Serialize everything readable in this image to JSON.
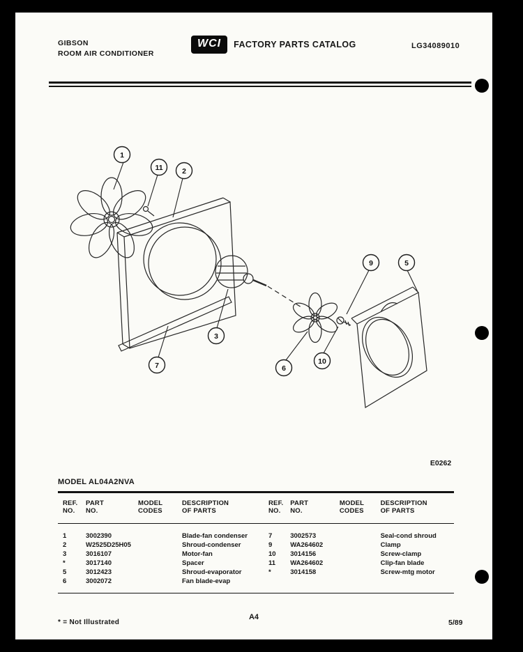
{
  "header": {
    "brand_line1": "GIBSON",
    "brand_line2": "ROOM AIR CONDITIONER",
    "logo": "WCI",
    "catalog_title": "FACTORY PARTS CATALOG",
    "doc_number": "LG34089010"
  },
  "diagram": {
    "figure_code": "E0262",
    "callouts": [
      "1",
      "11",
      "2",
      "3",
      "7",
      "6",
      "10",
      "9",
      "5"
    ]
  },
  "model_heading": "MODEL AL04A2NVA",
  "table": {
    "headers": [
      {
        "l1": "REF.",
        "l2": "NO."
      },
      {
        "l1": "PART",
        "l2": "NO."
      },
      {
        "l1": "MODEL",
        "l2": "CODES"
      },
      {
        "l1": "DESCRIPTION",
        "l2": "OF PARTS"
      }
    ],
    "left_rows": [
      {
        "ref": "1",
        "part": "3002390",
        "codes": "",
        "desc": "Blade-fan condenser"
      },
      {
        "ref": "2",
        "part": "W2525D25H05",
        "codes": "",
        "desc": "Shroud-condenser"
      },
      {
        "ref": "3",
        "part": "3016107",
        "codes": "",
        "desc": "Motor-fan"
      },
      {
        "ref": "*",
        "part": "3017140",
        "codes": "",
        "desc": "Spacer"
      },
      {
        "ref": "5",
        "part": "3012423",
        "codes": "",
        "desc": "Shroud-evaporator"
      },
      {
        "ref": "6",
        "part": "3002072",
        "codes": "",
        "desc": "Fan blade-evap"
      }
    ],
    "right_rows": [
      {
        "ref": "7",
        "part": "3002573",
        "codes": "",
        "desc": "Seal-cond shroud"
      },
      {
        "ref": "9",
        "part": "WA264602",
        "codes": "",
        "desc": "Clamp"
      },
      {
        "ref": "10",
        "part": "3014156",
        "codes": "",
        "desc": "Screw-clamp"
      },
      {
        "ref": "11",
        "part": "WA264602",
        "codes": "",
        "desc": "Clip-fan blade"
      },
      {
        "ref": "*",
        "part": "3014158",
        "codes": "",
        "desc": "Screw-mtg motor"
      }
    ]
  },
  "footer": {
    "note": "* = Not Illustrated",
    "page_mark": "A4",
    "page_number": "5/89"
  }
}
